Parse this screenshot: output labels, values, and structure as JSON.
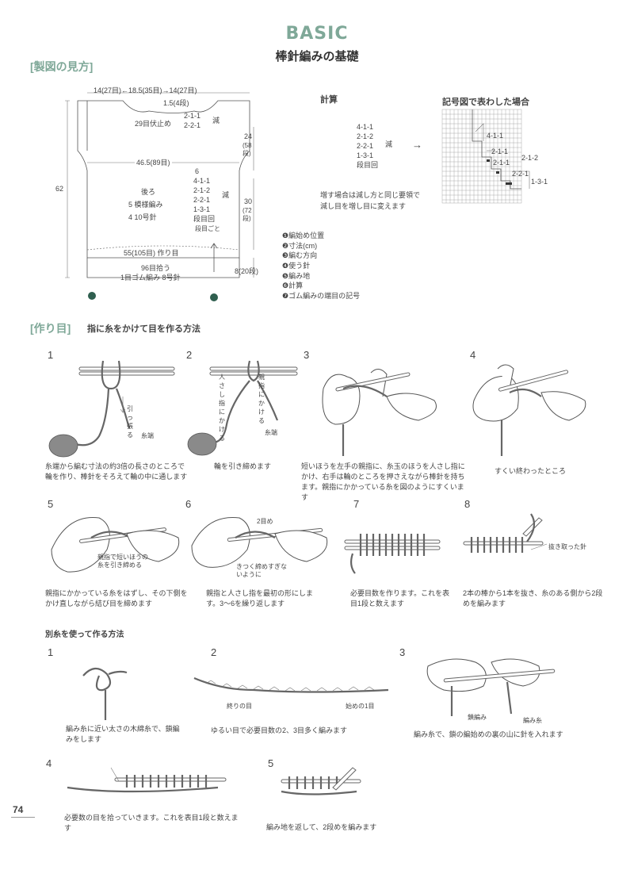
{
  "header": {
    "basic": "BASIC",
    "subtitle": "棒針編みの基礎"
  },
  "sections": {
    "chart_reading": "[製図の見方]",
    "cast_on": "[作り目]",
    "cast_on_desc": "指に糸をかけて目を作る方法",
    "provisional": "別糸を使って作る方法"
  },
  "pattern": {
    "top_dims": "14(27目)←18.5(35目)→14(27目)",
    "neck_depth": "1.5(4段)",
    "neck_bind": "29目伏止め",
    "neck_dec1": "2-1-1",
    "neck_dec2": "2-2-1",
    "neck_dec_label": "減",
    "armhole_height": "24",
    "armhole_rows": "(58段)",
    "width": "46.5(89目)",
    "armhole_num": "6",
    "armhole_dec": [
      "4-1-1",
      "2-1-2",
      "2-2-1",
      "1-3-1",
      "段目回"
    ],
    "armhole_dec_suffix": "段目ごと",
    "armhole_dec_label": "減",
    "total_height": "62",
    "body_label": "後ろ",
    "body_stitch": "5 模様編み",
    "body_needle": "4 10号針",
    "body_height": "30",
    "body_rows": "(72段)",
    "hem_width": "55(105目) 作り目",
    "hem_pickup": "96目拾う",
    "hem_rib": "1目ゴム編み  8号針",
    "hem_height": "8(20段)"
  },
  "calc": {
    "title": "計算",
    "steps": [
      "4-1-1",
      "2-1-2",
      "2-2-1",
      "1-3-1",
      "段目回"
    ],
    "label": "減",
    "note1": "増す場合は減し方と同じ要領で",
    "note2": "減し目を増し目に変えます",
    "arrow": "→"
  },
  "symbol_chart": {
    "title": "記号図で表わした場合",
    "labels": [
      "4-1-1",
      "2-1-1",
      "2-1-1",
      "2-1-2",
      "2-2-1",
      "1-3-1"
    ]
  },
  "legend": {
    "items": [
      "❶編始め位置",
      "❷寸法(cm)",
      "❸編む方向",
      "❹使う針",
      "❺編み地",
      "❻計算",
      "❼ゴム編みの端目の記号"
    ]
  },
  "steps_a": [
    {
      "n": "1",
      "caption": "糸端から編む寸法の約3倍の長さのところで輪を作り、棒針をそろえて輪の中に通します",
      "labels": [
        "引っ張る",
        "糸端"
      ]
    },
    {
      "n": "2",
      "caption": "輪を引き締めます",
      "labels": [
        "人さし指にかける",
        "親指にかける",
        "糸端"
      ]
    },
    {
      "n": "3",
      "caption": "短いほうを左手の親指に、糸玉のほうを人さし指にかけ、右手は輪のところを押さえながら棒針を持ちます。親指にかかっている糸を図のようにすくいます",
      "labels": []
    },
    {
      "n": "4",
      "caption": "すくい終わったところ",
      "labels": []
    },
    {
      "n": "5",
      "caption": "親指にかかっている糸をはずし、その下側をかけ直しながら結び目を締めます",
      "labels": [
        "親指で短いほうの糸を引き締める"
      ]
    },
    {
      "n": "6",
      "caption": "親指と人さし指を最初の形にします。3〜6を繰り返します",
      "labels": [
        "2目め",
        "きつく締めすぎないように"
      ]
    },
    {
      "n": "7",
      "caption": "必要目数を作ります。これを表目1段と数えます",
      "labels": []
    },
    {
      "n": "8",
      "caption": "2本の棒から1本を抜き、糸のある側から2段めを編みます",
      "labels": [
        "抜き取った針"
      ]
    }
  ],
  "steps_b": [
    {
      "n": "1",
      "caption": "編み糸に近い太さの木綿糸で、鎖編みをします",
      "labels": []
    },
    {
      "n": "2",
      "caption": "ゆるい目で必要目数の2、3目多く編みます",
      "labels": [
        "終りの目",
        "始めの1目"
      ]
    },
    {
      "n": "3",
      "caption": "編み糸で、鎖の編始めの裏の山に針を入れます",
      "labels": [
        "鎖編み",
        "編み糸"
      ]
    },
    {
      "n": "4",
      "caption": "必要数の目を拾っていきます。これを表目1段と数えます",
      "labels": []
    },
    {
      "n": "5",
      "caption": "編み地を返して、2段めを編みます",
      "labels": []
    }
  ],
  "page": {
    "number": "74"
  },
  "colors": {
    "accent": "#7fa898",
    "ink": "#3a3a3a",
    "marker": "#2f5f4f"
  }
}
